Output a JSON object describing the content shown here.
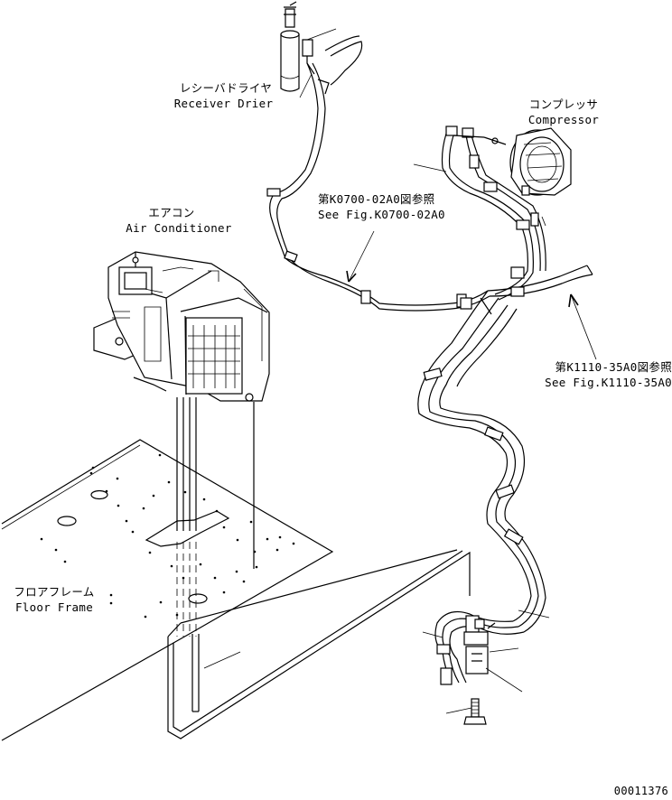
{
  "labels": {
    "receiver_drier_jp": "レシーバドライヤ",
    "receiver_drier_en": "Receiver Drier",
    "compressor_jp": "コンプレッサ",
    "compressor_en": "Compressor",
    "air_conditioner_jp": "エアコン",
    "air_conditioner_en": "Air Conditioner",
    "ref1_jp": "第K0700-02A0図参照",
    "ref1_en": "See Fig.K0700-02A0",
    "ref2_jp": "第K1110-35A0図参照",
    "ref2_en": "See Fig.K1110-35A0",
    "floor_frame_jp": "フロアフレーム",
    "floor_frame_en": "Floor Frame"
  },
  "drawing_number": "00011376",
  "icons": {
    "receiver_drier": "receiver-drier-icon",
    "compressor": "compressor-icon",
    "air_conditioner": "air-conditioner-icon",
    "bolt": "bolt-icon"
  }
}
